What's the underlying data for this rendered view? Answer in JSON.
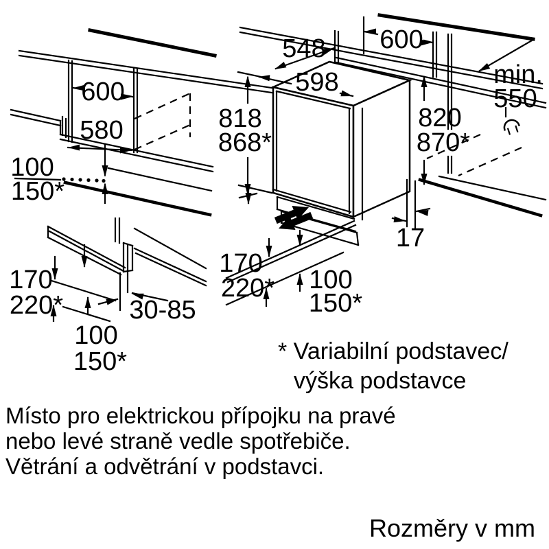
{
  "units_label": "Rozměry v mm",
  "footnote": {
    "line1": "* Variabilní podstavec/",
    "line2": "výška podstavce"
  },
  "installation_note": {
    "line1": "Místo pro elektrickou přípojku na pravé",
    "line2": "nebo levé straně vedle spotřebiče.",
    "line3": "Větrání a odvětrání v podstavci."
  },
  "niche_view": {
    "niche_width": "600",
    "clear_width": "580",
    "plinth_recess": "100",
    "plinth_recess_variable": "150*"
  },
  "appliance_view": {
    "appliance_height": "818",
    "appliance_height_variable": "868*",
    "depth": "548",
    "width": "598",
    "niche_width": "600",
    "niche_height": "820",
    "niche_height_variable": "870*",
    "worktop_depth_prefix": "min.",
    "worktop_depth": "550",
    "rear_gap": "17",
    "plinth_height": "170",
    "plinth_height_variable": "220*",
    "plinth_recess": "100",
    "plinth_recess_variable": "150*"
  },
  "plinth_detail_view": {
    "plinth_height": "170",
    "plinth_height_variable": "220*",
    "foot_adjust_range": "30-85",
    "plinth_recess": "100",
    "plinth_recess_variable": "150*"
  },
  "colors": {
    "line": "#000000",
    "background": "#ffffff"
  }
}
